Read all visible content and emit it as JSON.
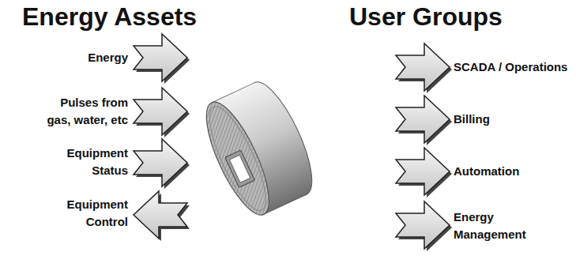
{
  "diagram": {
    "labels": [
      "Energy Assets",
      "User Groups",
      "Energy",
      "Pulses from gas, water, etc",
      "Equipment Status",
      "Equipment Control",
      "SCADA / Operations",
      "Billing",
      "Automation",
      "Energy Management"
    ]
  }
}
